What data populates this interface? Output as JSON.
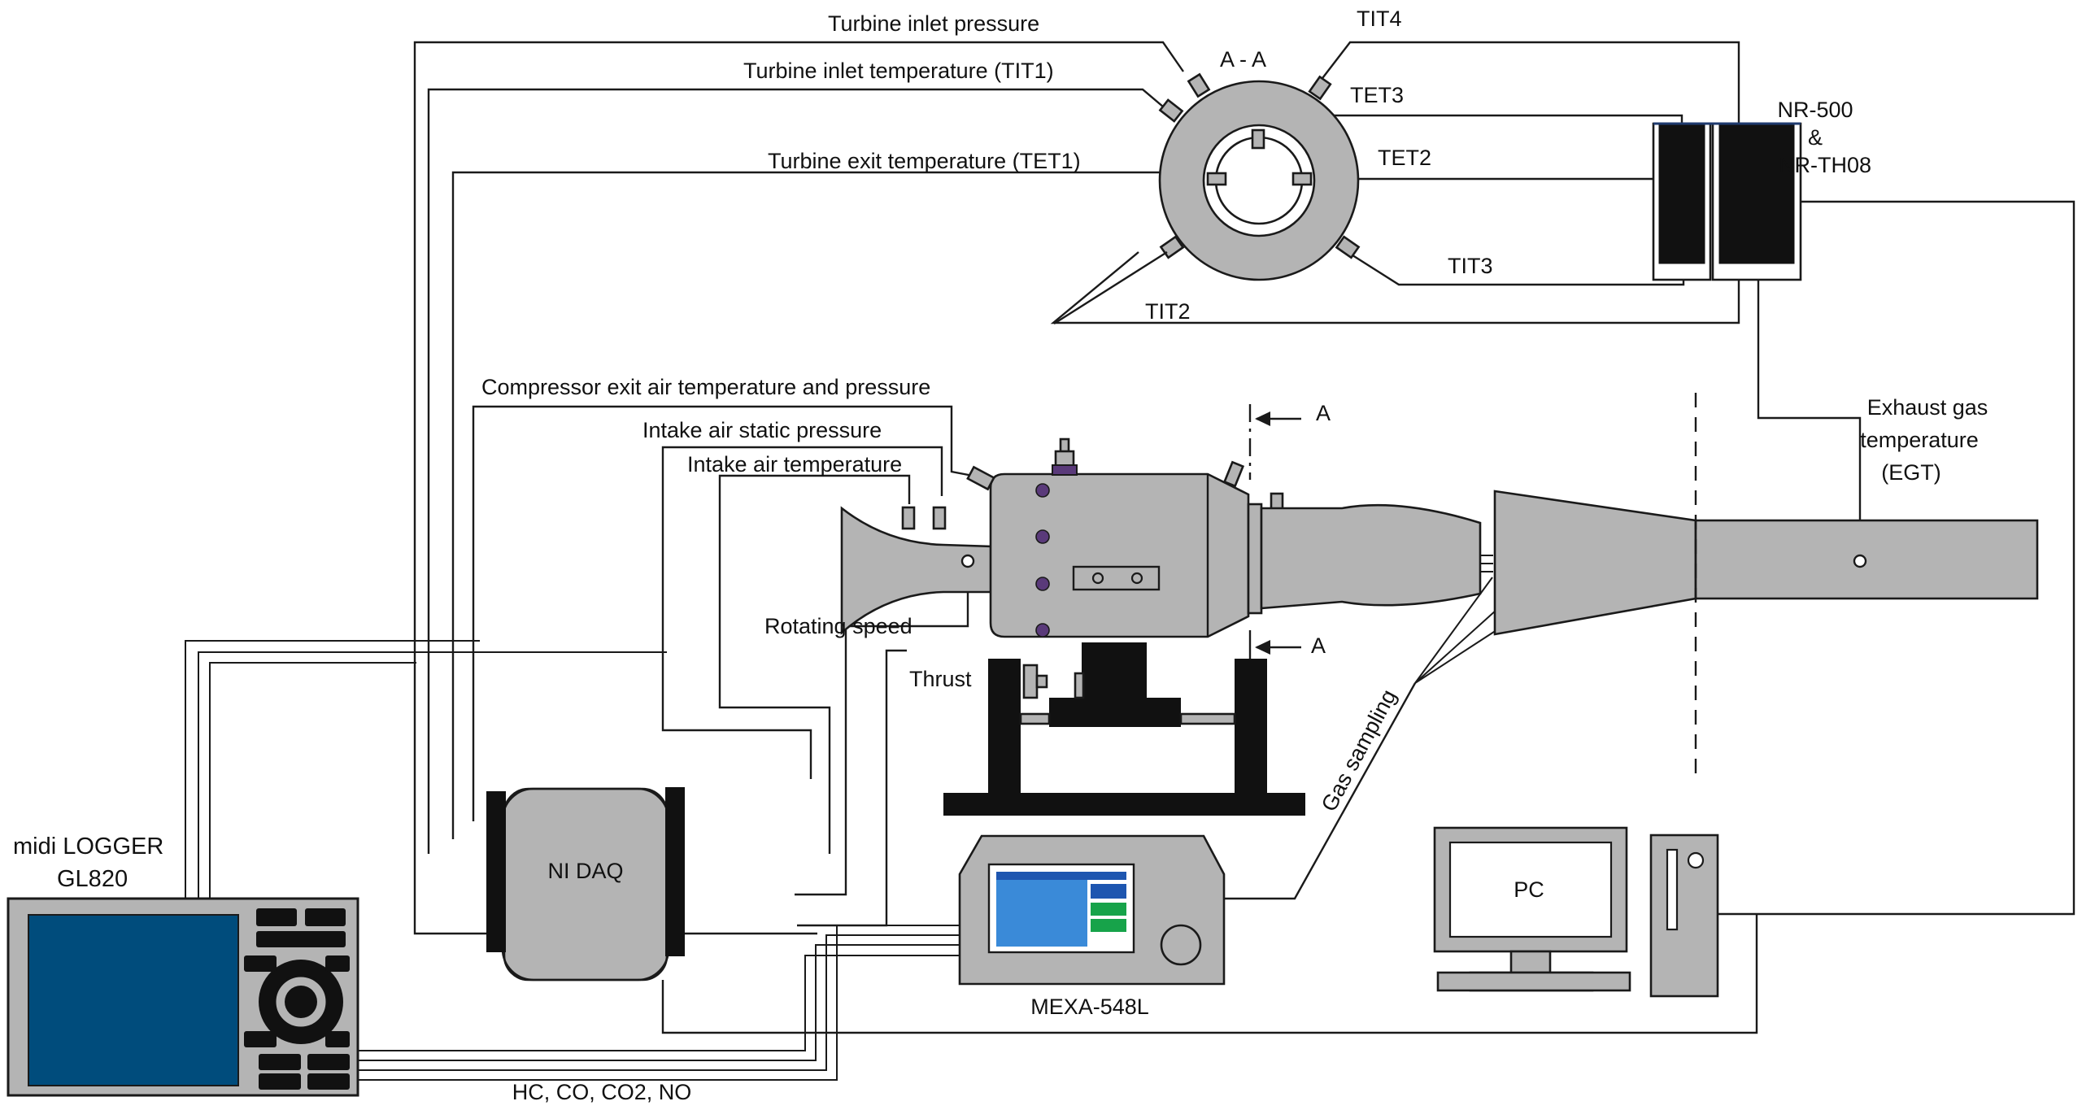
{
  "section": {
    "title": "A - A",
    "cut_label_top": "A",
    "cut_label_bottom": "A"
  },
  "sensors": {
    "turbine_inlet_pressure": "Turbine inlet pressure",
    "tit1": "Turbine inlet temperature (TIT1)",
    "tet1": "Turbine exit temperature (TET1)",
    "tit4": "TIT4",
    "tet3": "TET3",
    "tet2": "TET2",
    "tit3": "TIT3",
    "tit2": "TIT2",
    "compressor_exit": "Compressor exit air temperature and pressure",
    "intake_static_pressure": "Intake air static pressure",
    "intake_air_temperature": "Intake air temperature",
    "rotating_speed": "Rotating speed",
    "thrust": "Thrust",
    "gas_sampling": "Gas sampling",
    "egt_line1": "Exhaust gas",
    "egt_line2": "temperature",
    "egt_line3": "(EGT)"
  },
  "devices": {
    "nr_line1": "NR-500",
    "nr_line2": "&",
    "nr_line3": "NR-TH08",
    "logger_line1": "midi LOGGER",
    "logger_line2": "GL820",
    "daq": "NI DAQ",
    "analyzer": "MEXA-548L",
    "pc": "PC"
  },
  "bottom_label": "HC, CO, CO2, NO",
  "colors": {
    "body_grey": "#b4b4b4",
    "screen_blue": "#004c7c",
    "analyzer_screen": "#3a8ad8",
    "analyzer_bar": "#1e56b0",
    "analyzer_green": "#17a34a",
    "purple_bolt": "#5a3a7a"
  }
}
